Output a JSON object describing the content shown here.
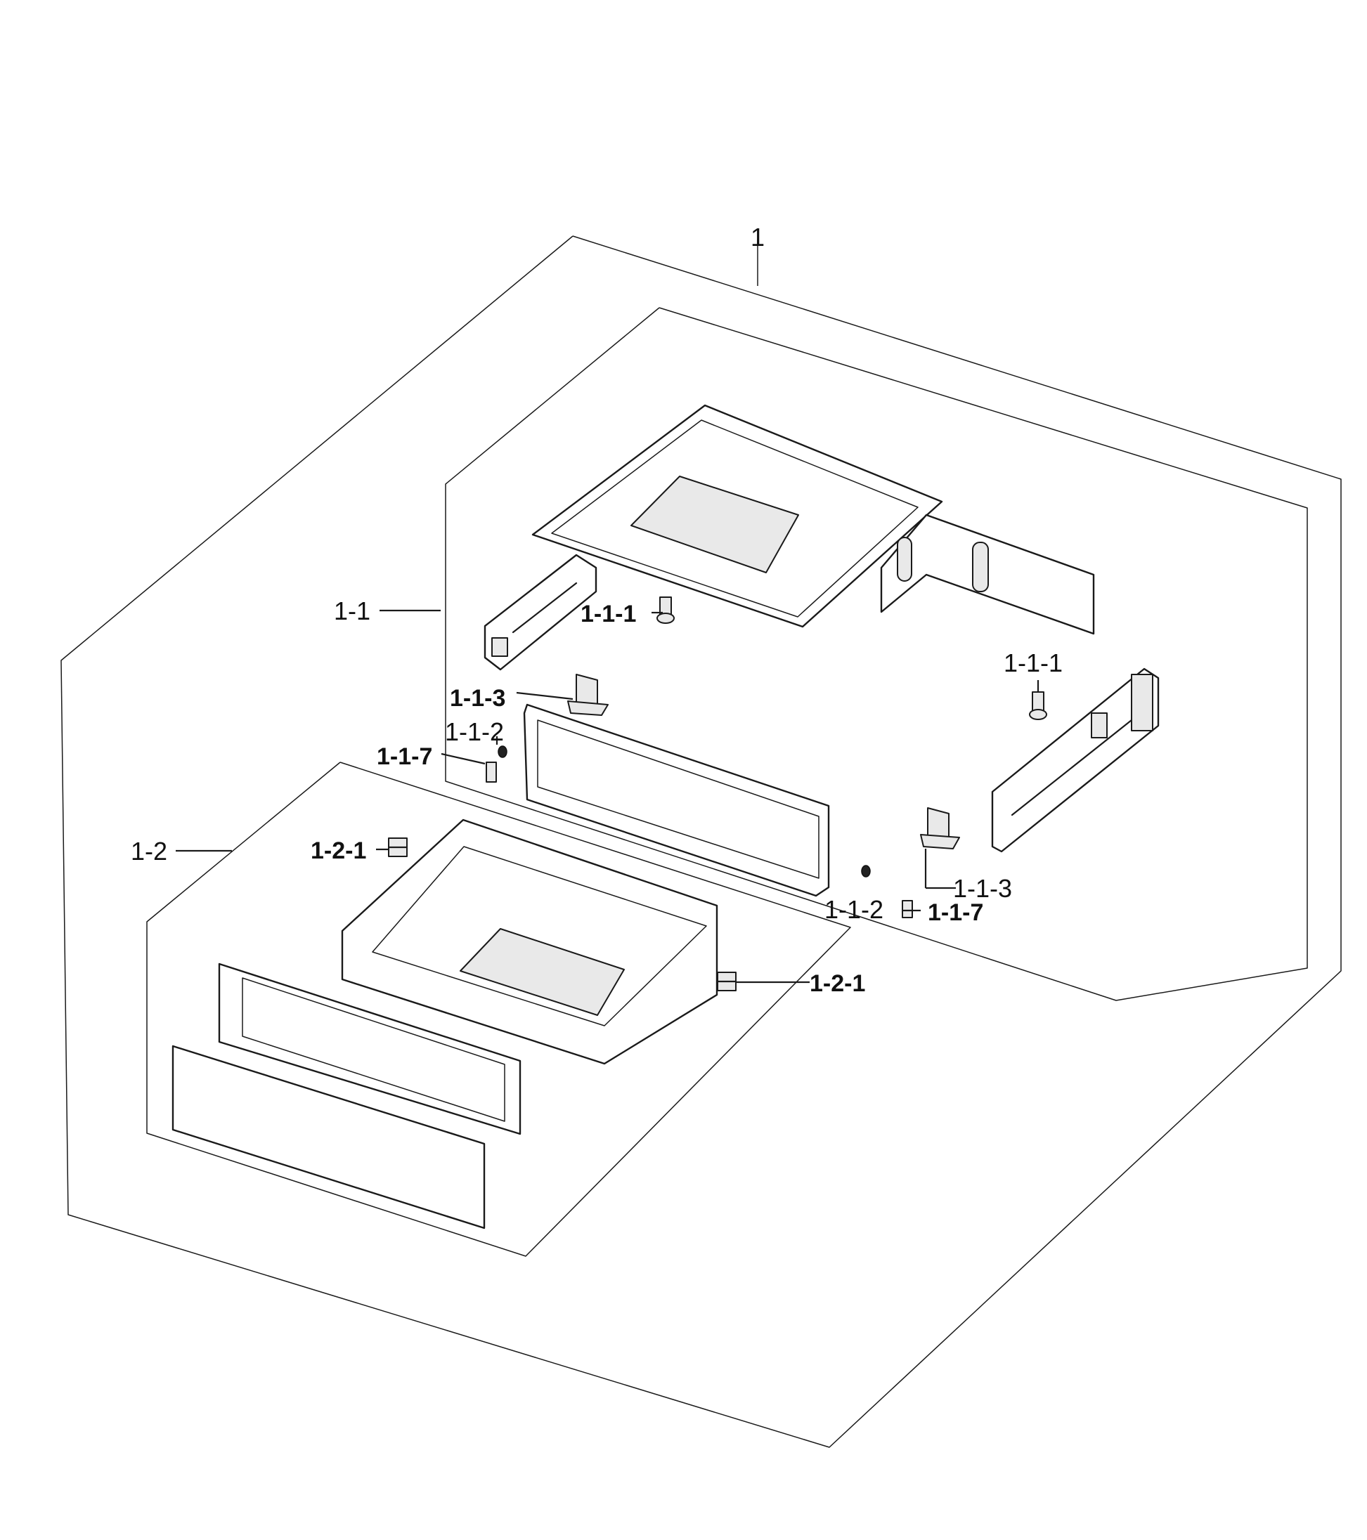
{
  "diagram": {
    "labels": {
      "assembly": "1",
      "sub_1_1": "1-1",
      "sub_1_1_1_a": "1-1-1",
      "sub_1_1_1_b": "1-1-1",
      "sub_1_1_3_a": "1-1-3",
      "sub_1_1_3_b": "1-1-3",
      "sub_1_1_2_a": "1-1-2",
      "sub_1_1_2_b": "1-1-2",
      "sub_1_1_7_a": "1-1-7",
      "sub_1_1_7_b": "1-1-7",
      "sub_1_2": "1-2",
      "sub_1_2_1_a": "1-2-1",
      "sub_1_2_1_b": "1-2-1"
    }
  }
}
